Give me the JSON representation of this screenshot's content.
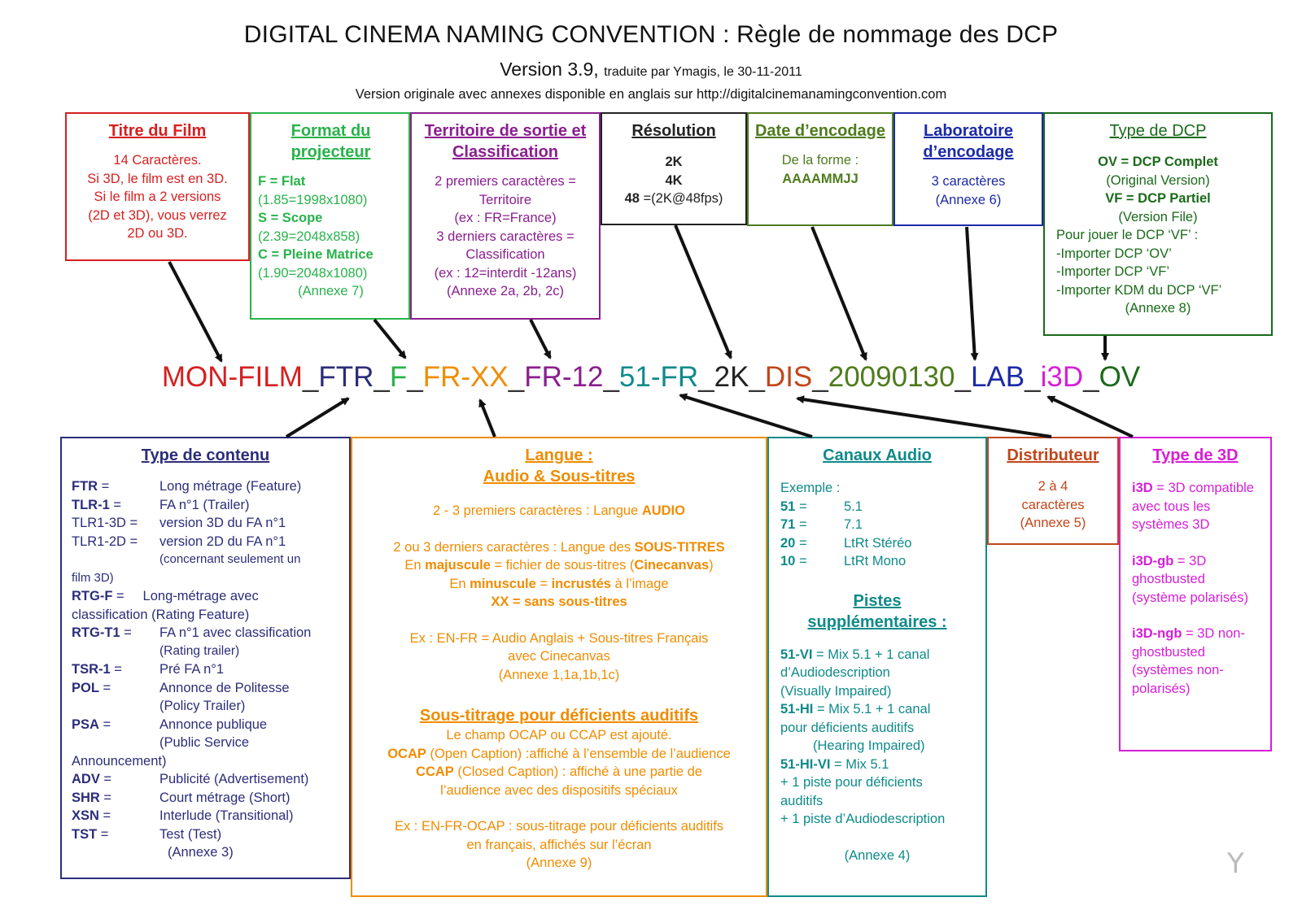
{
  "header": {
    "title": "DIGITAL CINEMA NAMING CONVENTION : Règle de nommage des DCP",
    "version": "Version 3.9,",
    "translated_by": "traduite par Ymagis, le 30-11-2011",
    "original_note": "Version originale avec annexes disponible en anglais sur http://digitalcinemanamingconvention.com"
  },
  "code": {
    "parts": [
      {
        "text": "MON-FILM",
        "color": "#d62020"
      },
      {
        "text": "_",
        "color": "#333333"
      },
      {
        "text": "FTR",
        "color": "#2b2d7a"
      },
      {
        "text": "_",
        "color": "#333333"
      },
      {
        "text": "F",
        "color": "#27b34a"
      },
      {
        "text": "_",
        "color": "#333333"
      },
      {
        "text": "FR-XX",
        "color": "#f08c00"
      },
      {
        "text": "_",
        "color": "#333333"
      },
      {
        "text": "FR-12",
        "color": "#8a1e8f"
      },
      {
        "text": "_",
        "color": "#333333"
      },
      {
        "text": "51-FR",
        "color": "#0f8a8a"
      },
      {
        "text": "_",
        "color": "#333333"
      },
      {
        "text": "2K",
        "color": "#222222"
      },
      {
        "text": "_",
        "color": "#333333"
      },
      {
        "text": "DIS",
        "color": "#c2461a"
      },
      {
        "text": "_",
        "color": "#333333"
      },
      {
        "text": "20090130",
        "color": "#4e7b1d"
      },
      {
        "text": "_",
        "color": "#333333"
      },
      {
        "text": "LAB",
        "color": "#1b2aa8"
      },
      {
        "text": "_",
        "color": "#333333"
      },
      {
        "text": "i3D",
        "color": "#d61fd6"
      },
      {
        "text": "_",
        "color": "#333333"
      },
      {
        "text": "OV",
        "color": "#1a6a1a"
      }
    ]
  },
  "boxes": {
    "title": {
      "heading": "Titre du Film",
      "lines": [
        "14 Caractères.",
        "Si 3D, le film est en 3D.",
        "Si le film a 2 versions",
        "(2D et 3D), vous verrez",
        "2D ou 3D."
      ]
    },
    "format": {
      "heading": "Format du projecteur",
      "items": [
        {
          "bold": "F = Flat",
          "note": "(1.85=1998x1080)"
        },
        {
          "bold": "S = Scope",
          "note": "(2.39=2048x858)"
        },
        {
          "bold": "C = Pleine Matrice",
          "note": "(1.90=2048x1080)"
        }
      ],
      "annex": "(Annexe 7)"
    },
    "territory": {
      "heading": "Territoire de sortie et Classification",
      "lines": [
        "2 premiers caractères =",
        "Territoire",
        "(ex : FR=France)",
        "3 derniers caractères =",
        "Classification",
        "(ex : 12=interdit -12ans)",
        "(Annexe 2a, 2b, 2c)"
      ]
    },
    "resolution": {
      "heading": "Résolution",
      "v1": "2K",
      "v2": "4K",
      "v3_bold": "48",
      "v3_rest": " =(2K@48fps)"
    },
    "date": {
      "heading": "Date d’encodage",
      "line": "De la forme :",
      "format": "AAAAMMJJ"
    },
    "lab": {
      "heading": "Laboratoire d’encodage",
      "line": "3 caractères",
      "annex": "(Annexe 6)"
    },
    "dcp": {
      "heading": "Type de DCP",
      "ov": "OV = DCP Complet",
      "ov_note": "(Original Version)",
      "vf": "VF = DCP Partiel",
      "vf_note": "(Version File)",
      "play": "Pour jouer le DCP ‘VF’ :",
      "s1": "-Importer DCP ‘OV’",
      "s2": "-Importer DCP ‘VF’",
      "s3": "-Importer KDM du DCP ‘VF’",
      "annex": "(Annexe 8)"
    },
    "content": {
      "heading": "Type de contenu",
      "rows": [
        {
          "code": "FTR",
          "eq": " =",
          "desc": "Long métrage (Feature)",
          "bold": true
        },
        {
          "code": "TLR-1",
          "eq": " =",
          "desc": "FA n°1 (Trailer)",
          "bold": true
        },
        {
          "code": "TLR1-3D =",
          "eq": "",
          "desc": "version 3D du FA n°1",
          "bold": false
        },
        {
          "code": "TLR1-2D =",
          "eq": "",
          "desc": "version 2D du FA n°1",
          "bold": false
        }
      ],
      "tlr_note": "(concernant seulement un",
      "tlr_note2": "film 3D)",
      "rtgf_code": "RTG-F",
      "rtgf_desc": " =     Long-métrage avec",
      "rtgf_desc2": "classification (Rating Feature)",
      "rtgt_code": "RTG-T1",
      "rtgt_desc": "FA n°1 avec classification",
      "rtgt_desc2": "(Rating trailer)",
      "rows2": [
        {
          "code": "TSR-1",
          "desc": "Pré FA n°1"
        },
        {
          "code": "POL",
          "desc": "Annonce de Politesse"
        }
      ],
      "pol_note": "(Policy Trailer)",
      "psa_code": "PSA",
      "psa_desc": "Annonce publique",
      "psa_desc2": "(Public Service",
      "psa_desc3": "Announcement)",
      "rows3": [
        {
          "code": "ADV",
          "desc": "Publicité (Advertisement)"
        },
        {
          "code": "SHR",
          "desc": "Court métrage (Short)"
        },
        {
          "code": "XSN",
          "desc": "Interlude (Transitional)"
        },
        {
          "code": "TST",
          "desc": "Test (Test)"
        }
      ],
      "annex": "(Annexe 3)"
    },
    "language": {
      "heading1": "Langue :",
      "heading2": "Audio & Sous-titres",
      "l1a": "2 - 3 premiers caractères : Langue ",
      "l1b": "AUDIO",
      "l2a": "2 ou 3 derniers caractères : Langue des ",
      "l2b": "SOUS-TITRES",
      "l3a": "En ",
      "l3b": "majuscule",
      "l3c": " = fichier de sous-titres (",
      "l3d": "Cinecanvas",
      "l3e": ")",
      "l4a": "En ",
      "l4b": "minuscule",
      "l4c": " = ",
      "l4d": "incrustés",
      "l4e": " à l’image",
      "l5": "XX = sans sous-titres",
      "ex1": "Ex : EN-FR = Audio Anglais + Sous-titres Français",
      "ex2": "avec Cinecanvas",
      "annex1": "(Annexe 1,1a,1b,1c)",
      "heading3": "Sous-titrage pour déficients auditifs",
      "c1": "Le champ OCAP ou CCAP est ajouté.",
      "c2a": "OCAP",
      "c2b": " (Open Caption) :affiché à l’ensemble de l’audience",
      "c3a": "CCAP",
      "c3b": " (Closed Caption) : affiché à une partie de",
      "c4": "l’audience avec des dispositifs spéciaux",
      "ex3": "Ex : EN-FR-OCAP : sous-titrage pour déficients auditifs",
      "ex4": "en français, affichés sur l’écran",
      "annex9": "(Annexe 9)"
    },
    "audio": {
      "heading": "Canaux Audio",
      "example": "Exemple :",
      "rows": [
        {
          "code": "51",
          "desc": "5.1"
        },
        {
          "code": "71",
          "desc": "7.1"
        },
        {
          "code": "20",
          "desc": "LtRt Stéréo"
        },
        {
          "code": "10",
          "desc": "LtRt Mono"
        }
      ],
      "heading2a": "Pistes",
      "heading2b": "supplémentaires :",
      "vi_code": "51-VI",
      "vi1": " = Mix 5.1 + 1 canal",
      "vi2": "d’Audiodescription",
      "vi3": "(Visually Impaired)",
      "hi_code": "51-HI",
      "hi1": " = Mix 5.1 + 1 canal",
      "hi2": "pour déficients auditifs",
      "hi3": "(Hearing Impaired)",
      "hivi_code": "51-HI-VI",
      "hivi1": " = Mix 5.1",
      "hivi2": "+ 1 piste pour déficients",
      "hivi3": "auditifs",
      "hivi4": "+ 1 piste d’Audiodescription",
      "annex": "(Annexe 4)"
    },
    "distributor": {
      "heading": "Distributeur",
      "l1": "2 à 4",
      "l2": "caractères",
      "annex": "(Annexe 5)"
    },
    "three_d": {
      "heading": "Type de 3D",
      "a_code": "i3D",
      "a_desc": " = 3D compatible avec tous les systèmes 3D",
      "b_code": "i3D-gb",
      "b_desc": " = 3D ghostbusted (système polarisés)",
      "c_code": "i3D-ngb",
      "c_desc": " = 3D non-ghostbusted (systèmes non-polarisés)"
    }
  },
  "logo": "Y"
}
